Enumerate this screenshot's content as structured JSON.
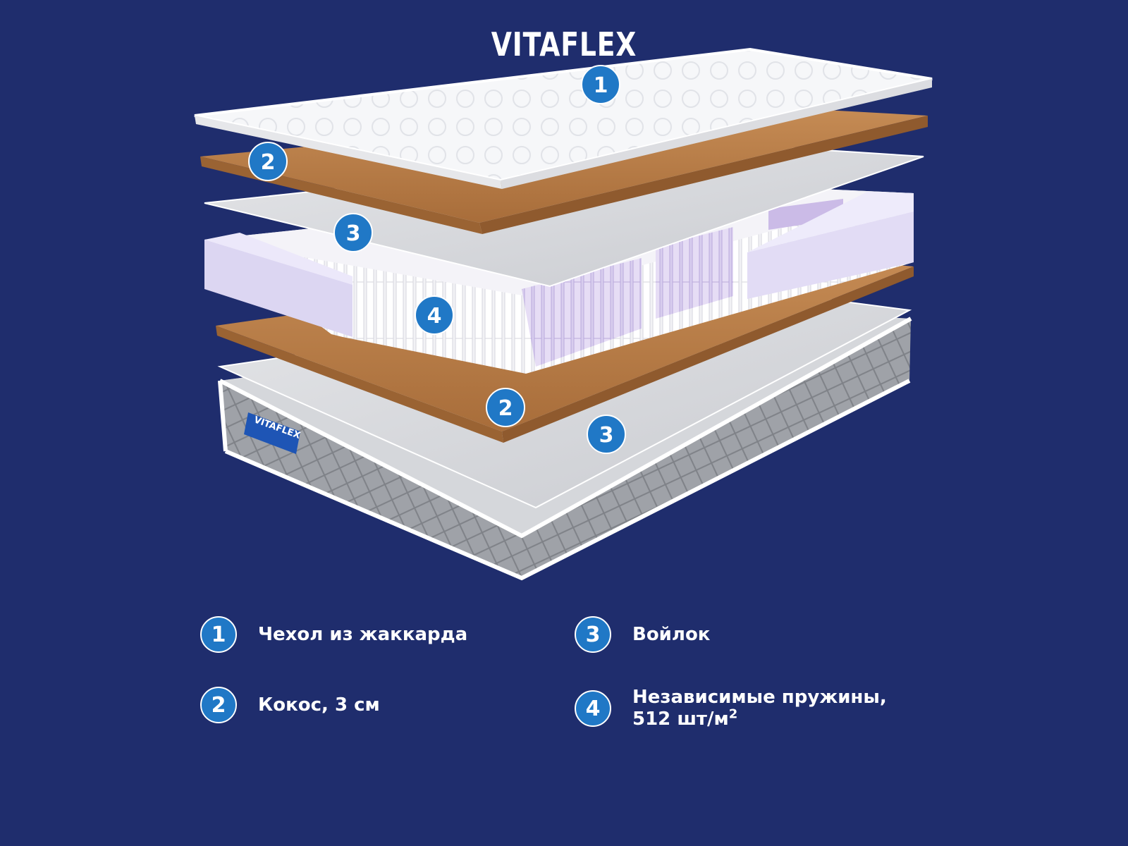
{
  "brand": {
    "name": "VITAFLEX",
    "tag_text": "VITAFLEX"
  },
  "colors": {
    "background": "#1f2d6d",
    "badge": "#2078c6",
    "coconut": "#b87a45",
    "felt": "#d2d4d8",
    "jacquard": "#f4f5f7",
    "springs_accent": "#c9b8e6",
    "side_fabric": "#9a9da3"
  },
  "layer_badges": [
    "1",
    "2",
    "3",
    "4",
    "2",
    "3"
  ],
  "legend": [
    {
      "num": "1",
      "text": "Чехол из жаккарда"
    },
    {
      "num": "2",
      "text": "Кокос, 3 см"
    },
    {
      "num": "3",
      "text": "Войлок"
    },
    {
      "num": "4",
      "text_line1": "Независимые пружины,",
      "text_line2": "512 шт/м",
      "superscript": "2"
    }
  ]
}
